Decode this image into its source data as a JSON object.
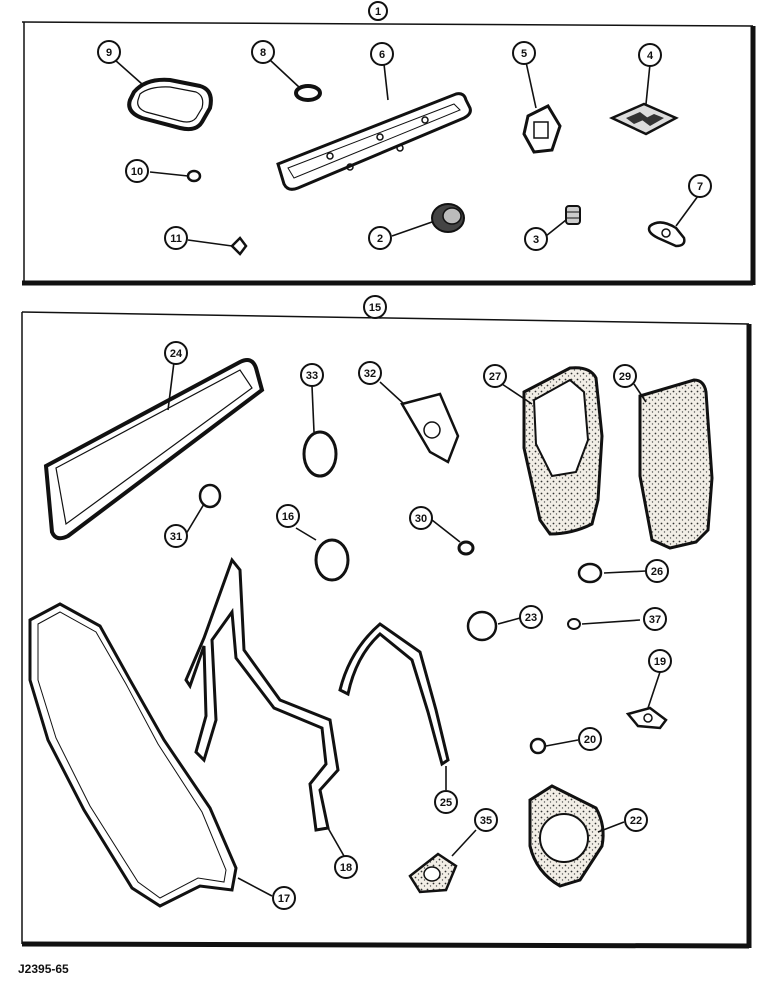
{
  "groups": [
    {
      "id": "upper",
      "label": "1"
    },
    {
      "id": "lower",
      "label": "15"
    }
  ],
  "callouts": [
    "9",
    "8",
    "6",
    "5",
    "4",
    "10",
    "2",
    "3",
    "7",
    "11",
    "24",
    "33",
    "32",
    "27",
    "29",
    "31",
    "16",
    "30",
    "26",
    "23",
    "37",
    "19",
    "20",
    "22",
    "35",
    "25",
    "18",
    "17"
  ],
  "figure_code": "J2395-65",
  "colors": {
    "ink": "#111111",
    "paper": "#ffffff",
    "gasket_fill": "#e8e2d8"
  }
}
